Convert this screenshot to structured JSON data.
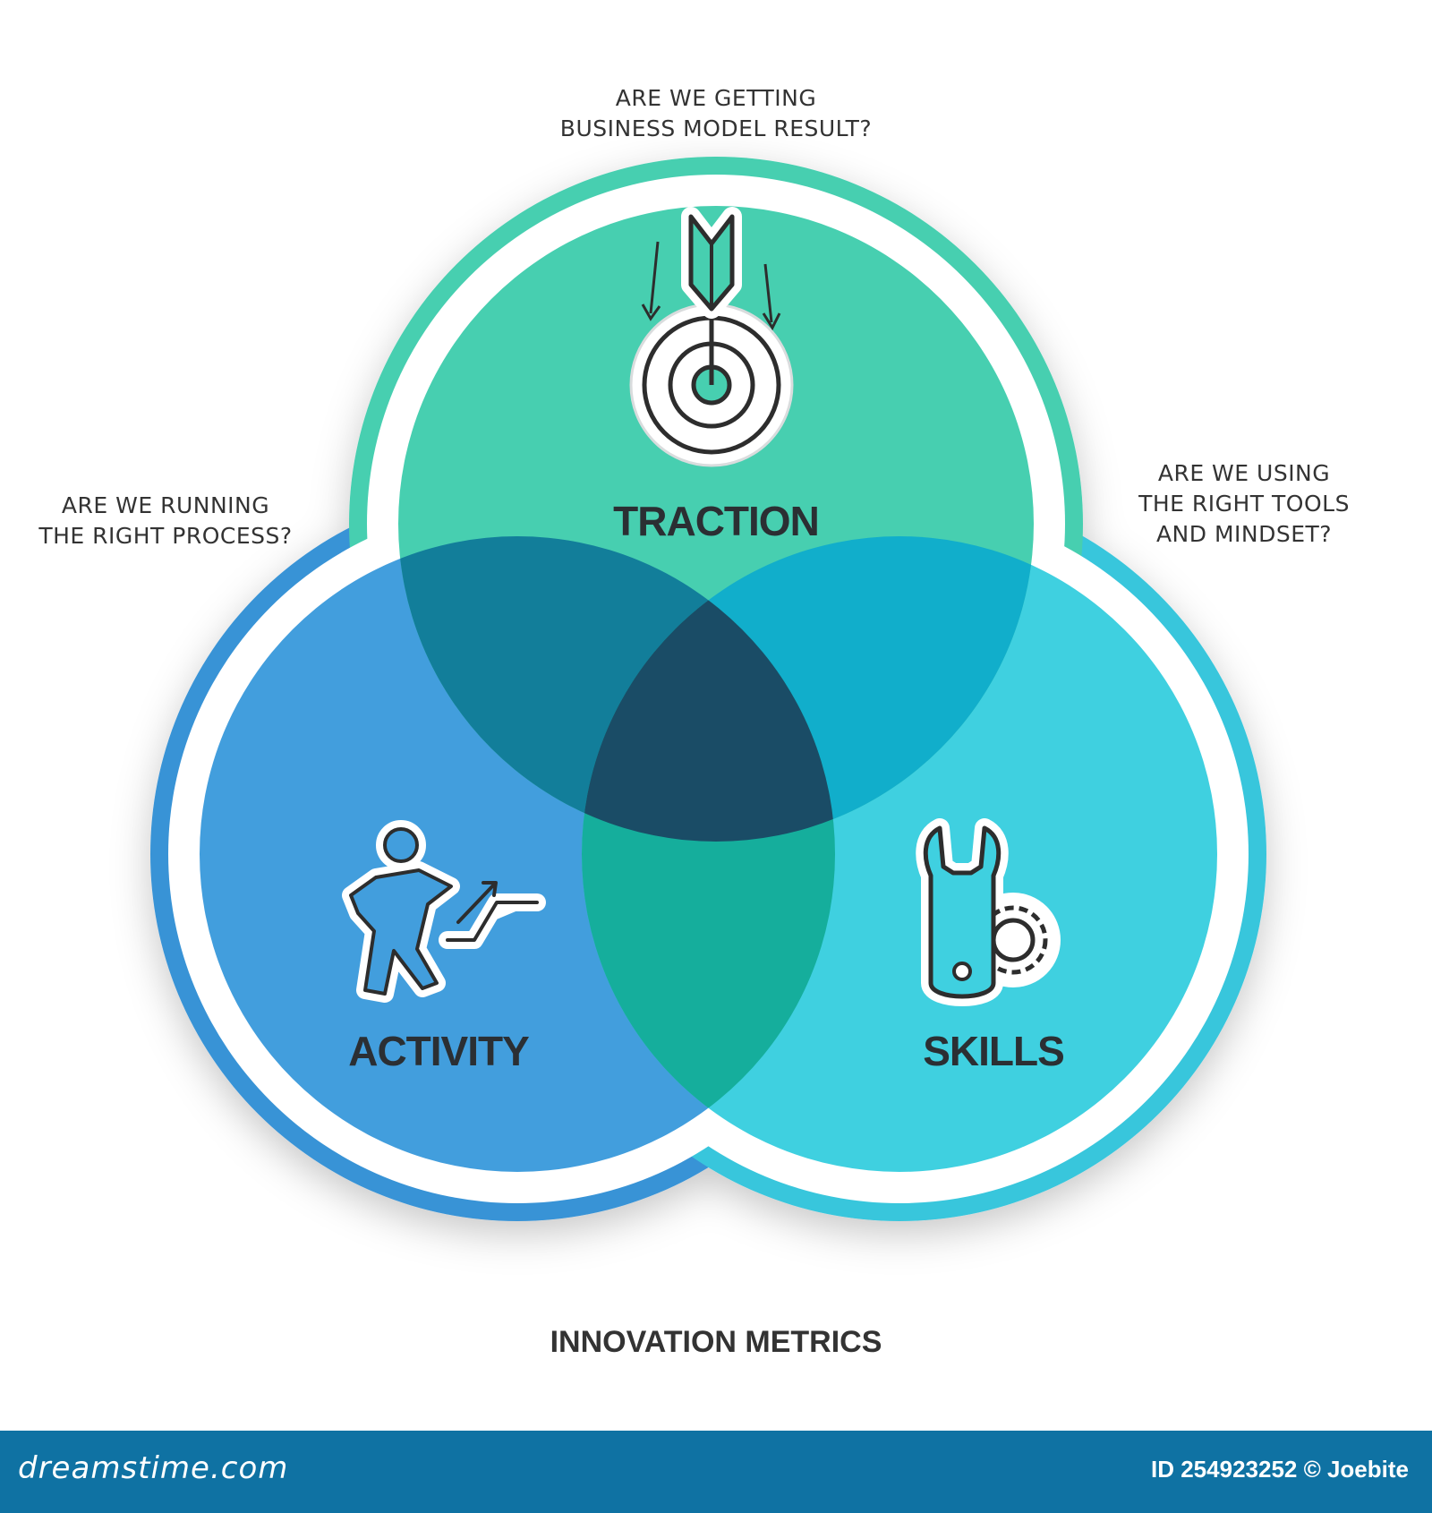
{
  "questions": {
    "top": [
      "ARE WE GETTING",
      "BUSINESS MODEL RESULT?"
    ],
    "left": [
      "ARE WE RUNNING",
      "THE RIGHT PROCESS?"
    ],
    "right": [
      "ARE WE USING",
      "THE RIGHT TOOLS",
      "AND MINDSET?"
    ]
  },
  "circles": {
    "top": {
      "label": "TRACTION",
      "icon": "target-arrow-icon",
      "color": "#47cfb0",
      "ring": "#47cfb0"
    },
    "left": {
      "label": "ACTIVITY",
      "icon": "running-man-stairs-icon",
      "color": "#429edd",
      "ring": "#3793d6"
    },
    "right": {
      "label": "SKILLS",
      "icon": "wrench-gear-icon",
      "color": "#3fd0e0",
      "ring": "#39c6dc"
    }
  },
  "overlap_colors": {
    "top_left": "#127e9a",
    "top_right": "#11aecb",
    "left_right": "#15ae9c",
    "center": "#1a4c66"
  },
  "title": "INNOVATION METRICS",
  "footer": {
    "brand": "dreamstime.com",
    "credit": "ID 254923252 © Joebite",
    "color": "#0f72a3"
  }
}
